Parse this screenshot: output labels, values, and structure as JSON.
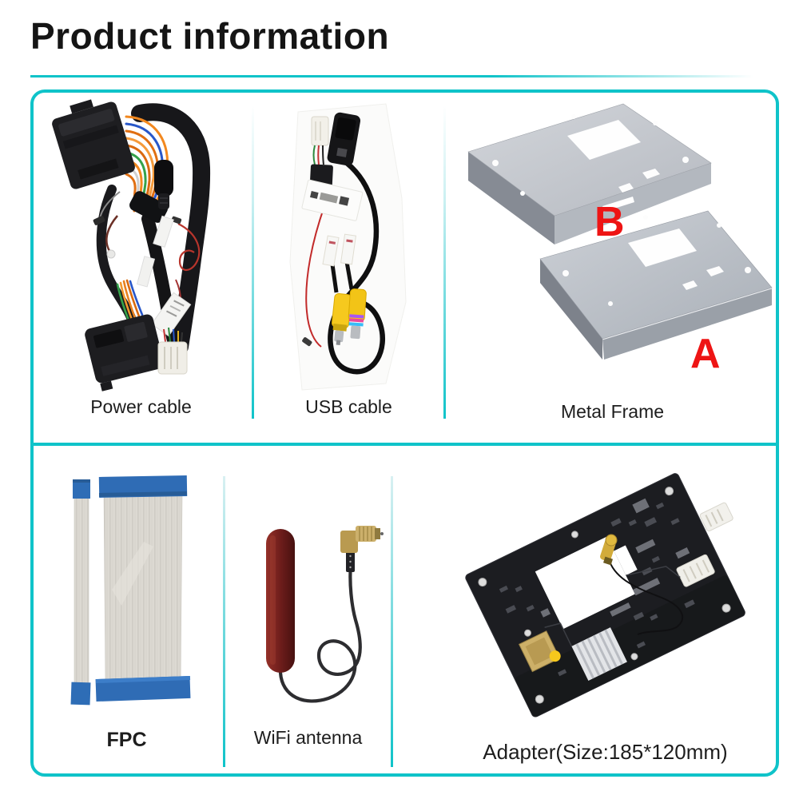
{
  "page": {
    "title": "Product information"
  },
  "theme": {
    "accent_teal": "#0fc3c9",
    "letter_red": "#ee1414",
    "label_color": "#1d1d1d",
    "title_color": "#151515",
    "fpc_blue": "#2e6db6",
    "antenna_maroon": "#6e1d1b",
    "pcb_black": "#1c1d21",
    "metal_gray": "#c6cad1"
  },
  "cells": {
    "power_cable": {
      "label": "Power cable"
    },
    "usb_cable": {
      "label": "USB cable"
    },
    "metal_frame": {
      "label": "Metal Frame",
      "variant_top": "B",
      "variant_bottom": "A"
    },
    "fpc": {
      "label": "FPC"
    },
    "wifi_antenna": {
      "label": "WiFi antenna"
    },
    "adapter": {
      "label": "Adapter(Size:185*120mm)"
    }
  }
}
